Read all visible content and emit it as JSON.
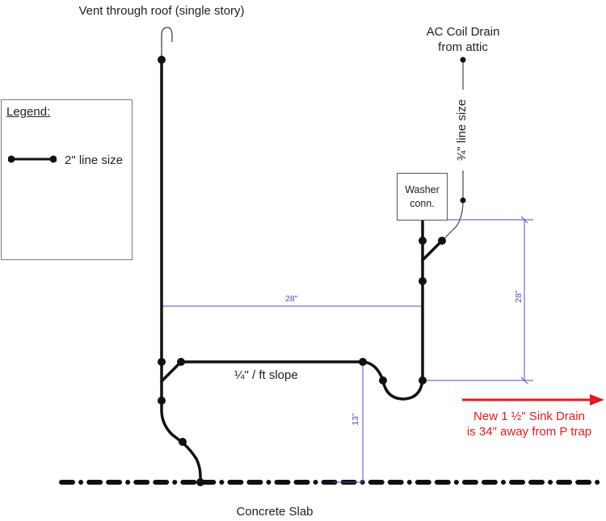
{
  "title_labels": {
    "vent": "Vent through roof (single story)",
    "ac_drain_line1": "AC Coil Drain",
    "ac_drain_line2": "from attic",
    "ac_line_size": "¾\" line size",
    "washer_line1": "Washer",
    "washer_line2": "conn.",
    "slope": "¼\" / ft slope",
    "slab": "Concrete Slab"
  },
  "legend": {
    "title": "Legend:",
    "items": [
      {
        "symbol": "thick-line-with-end-dots",
        "label": "2\" line size"
      }
    ]
  },
  "dimensions": {
    "horizontal_vent_to_washer": "28\"",
    "vertical_washer_to_trap": "28\"",
    "vertical_trap_arm_to_slab": "13\""
  },
  "callout": {
    "line1": "New 1 ½\" Sink Drain",
    "line2": "is 34\" away from P trap",
    "color": "#e8181c"
  },
  "colors": {
    "pipe": "#111111",
    "dimension": "#4b4bc8",
    "callout": "#e8181c",
    "thin_line": "#444444"
  }
}
